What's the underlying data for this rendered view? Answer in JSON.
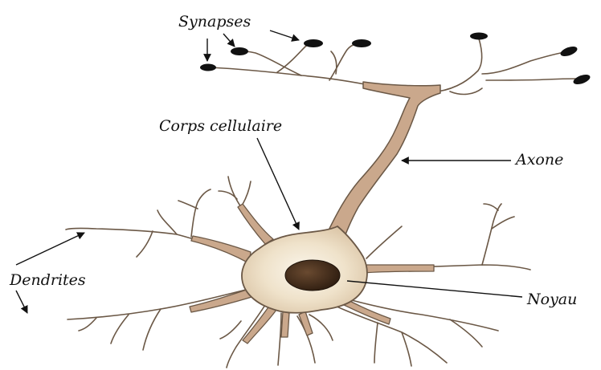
{
  "labels": {
    "synapses": "Synapses",
    "cell_body": "Corps cellulaire",
    "axon": "Axone",
    "dendrites": "Dendrites",
    "nucleus": "Noyau"
  },
  "colors": {
    "membrane": "#caa88c",
    "cytoplasm": "#f1e6d3",
    "cell_outline": "#6b5846",
    "nucleus": "#3a2616",
    "terminal": "#111111",
    "pointer": "#111111"
  }
}
